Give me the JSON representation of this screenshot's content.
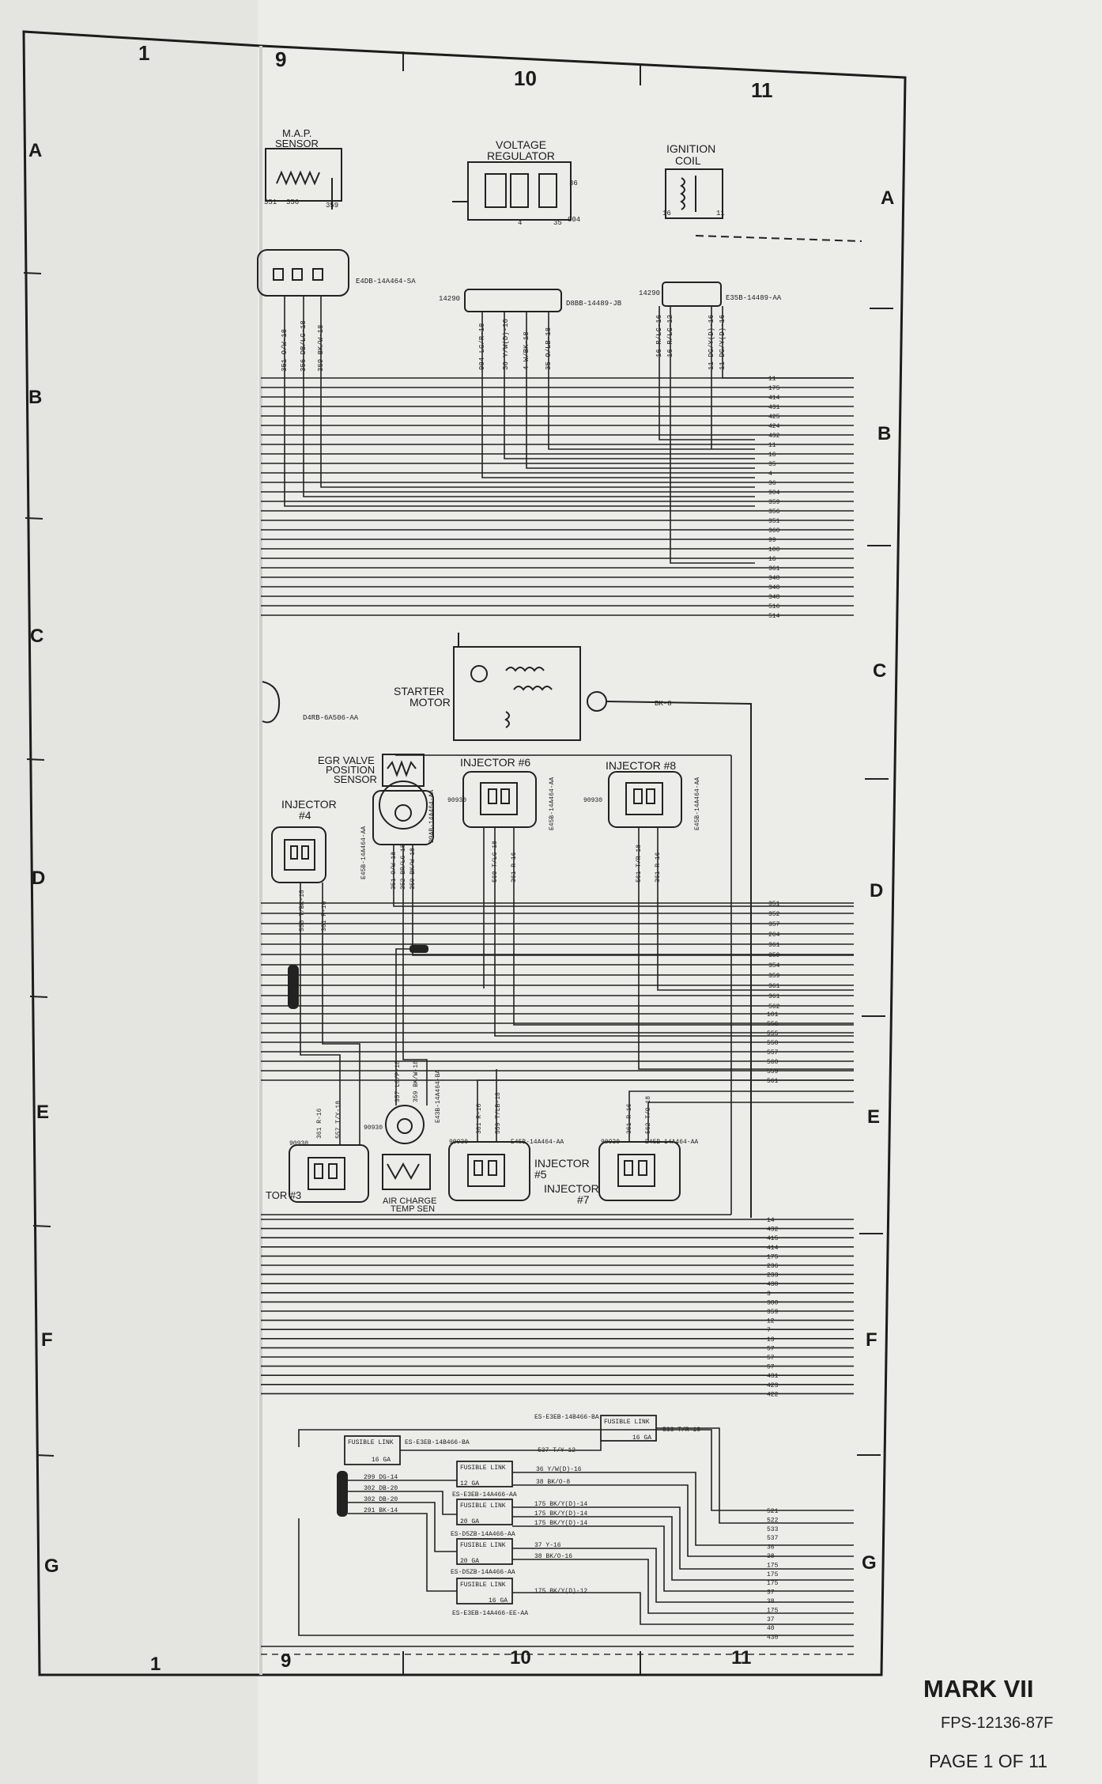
{
  "grid": {
    "top_numbers": [
      "1",
      "9",
      "10",
      "11"
    ],
    "bottom_numbers": [
      "1",
      "9",
      "10",
      "11"
    ],
    "left_letters": [
      "A",
      "B",
      "C",
      "D",
      "E",
      "F",
      "G"
    ],
    "right_letters": [
      "A",
      "B",
      "C",
      "D",
      "E",
      "F",
      "G"
    ]
  },
  "components": {
    "map_sensor": {
      "title1": "M.A.P.",
      "title2": "SENSOR",
      "pins": [
        "351",
        "356",
        "359"
      ],
      "connector": "E4DB-14A464-SA"
    },
    "voltage_regulator": {
      "title1": "VOLTAGE",
      "title2": "REGULATOR",
      "pins": [
        "4",
        "35",
        "36",
        "904"
      ],
      "connector_id": "14290",
      "connector": "D8BB-14489-JB"
    },
    "ignition_coil": {
      "title1": "IGNITION",
      "title2": "COIL",
      "pins": [
        "16",
        "11"
      ],
      "connector_id": "14290",
      "connector": "E35B-14489-AA"
    },
    "starter_motor": {
      "title1": "STARTER",
      "title2": "MOTOR",
      "connector": "D4RB-6A506-AA",
      "wire": "BK-8"
    },
    "egr_sensor": {
      "title1": "EGR VALVE",
      "title2": "POSITION",
      "title3": "SENSOR",
      "connector": "D9AB-14A464-AA"
    },
    "injector4": {
      "title1": "INJECTOR",
      "title2": "#4",
      "connector": "E45B-14A464-AA"
    },
    "injector6": {
      "title": "INJECTOR #6",
      "id": "90930",
      "connector": "E45B-14A464-AA"
    },
    "injector8": {
      "title": "INJECTOR #8",
      "id": "90930",
      "connector": "E45B-14A464-AA"
    },
    "injector3": {
      "title": "TOR #3",
      "id": "90930"
    },
    "injector5": {
      "title1": "INJECTOR",
      "title2": "#5",
      "id": "90930",
      "connector": "E45B-14A464-AA"
    },
    "injector7": {
      "title1": "INJECTOR",
      "title2": "#7",
      "id": "90930",
      "connector": "E45B-14A464-AA"
    },
    "air_charge": {
      "title1": "AIR CHARGE",
      "title2": "TEMP SEN",
      "id": "90930",
      "connector": "E43B-14A464-BA"
    }
  },
  "wire_labels": {
    "map": [
      "351 O/W-18",
      "356 DB/LG-18",
      "359 BK/W-18"
    ],
    "vreg": [
      "904 LG/R-18",
      "36 Y/W(D)-16",
      "4 W/BK-18",
      "35 O/LB-18"
    ],
    "coil": [
      "16 R/LG-16",
      "16 R/LG-12",
      "11 DG/Y(D)-16",
      "11 DG/Y(D)-16"
    ],
    "egr": [
      "351 O/W-18",
      "352 BR/LG-18",
      "359 BK/W-18"
    ],
    "inj4": [
      "558 T/BK-18",
      "361 R-16"
    ],
    "inj6": [
      "560 T/LG-18",
      "361 R-16"
    ],
    "inj8": [
      "561 T/R-18",
      "361 R-16"
    ],
    "inj3": [
      "361 R-16",
      "557 T/Y-18"
    ],
    "air": [
      "357 LG/P-18",
      "359 BK/W-18"
    ],
    "inj5": [
      "361 R-16",
      "559 T/LB-18"
    ],
    "inj7": [
      "361 R-16",
      "562 T/O-18"
    ]
  },
  "right_numbers": {
    "group_b": [
      "11",
      "175",
      "414",
      "431",
      "425",
      "424",
      "432",
      "11",
      "16",
      "35",
      "4",
      "36",
      "904",
      "359",
      "356",
      "351",
      "360",
      "99",
      "100",
      "16",
      "361",
      "348",
      "348",
      "348",
      "516",
      "514"
    ],
    "group_d": [
      "351",
      "352",
      "357",
      "264",
      "361",
      "359",
      "354",
      "359",
      "361",
      "361",
      "562"
    ],
    "group_e": [
      "101",
      "556",
      "555",
      "558",
      "557",
      "560",
      "559",
      "561"
    ],
    "group_f": [
      "14",
      "432",
      "415",
      "414",
      "175",
      "236",
      "233",
      "438",
      "3",
      "380",
      "359",
      "12",
      "7",
      "13",
      "57",
      "57",
      "57",
      "431",
      "423",
      "422"
    ],
    "group_g": [
      "521",
      "522",
      "533",
      "537",
      "36",
      "38",
      "175",
      "175",
      "175",
      "37",
      "38",
      "175",
      "37",
      "40",
      "430"
    ]
  },
  "fusible": {
    "link_label": "FUSIBLE LINK",
    "ga16": "16 GA",
    "ga12": "12 GA",
    "ga20": "20 GA",
    "conn_top": "ES-E3EB-14B466-BA",
    "conn_left": "ES-E3EB-14B466-BA",
    "conn_a": "ES-E3EB-14A466-AA",
    "conn_b": "ES-D5ZB-14A466-AA",
    "conn_c": "ES-D5ZB-14A466-AA",
    "conn_d": "ES-E3EB-14A466-EE-AA",
    "w533": "533 T/R-10",
    "w537": "537 T/Y-12",
    "w36": "36 Y/W(D)-16",
    "w38": "38 BK/O-8",
    "w175a": "175 BK/Y(D)-14",
    "w175b": "175 BK/Y(D)-14",
    "w175c": "175 BK/Y(D)-14",
    "w37": "37 Y-16",
    "w38b": "38 BK/O-16",
    "w175d": "175 BK/Y(D)-12",
    "left": [
      "299 DG-14",
      "302 DB-20",
      "302 DB-20",
      "291 BK-14"
    ]
  },
  "footer": {
    "title": "MARK VII",
    "code": "FPS-12136-87F",
    "page": "PAGE 1 OF 11"
  }
}
